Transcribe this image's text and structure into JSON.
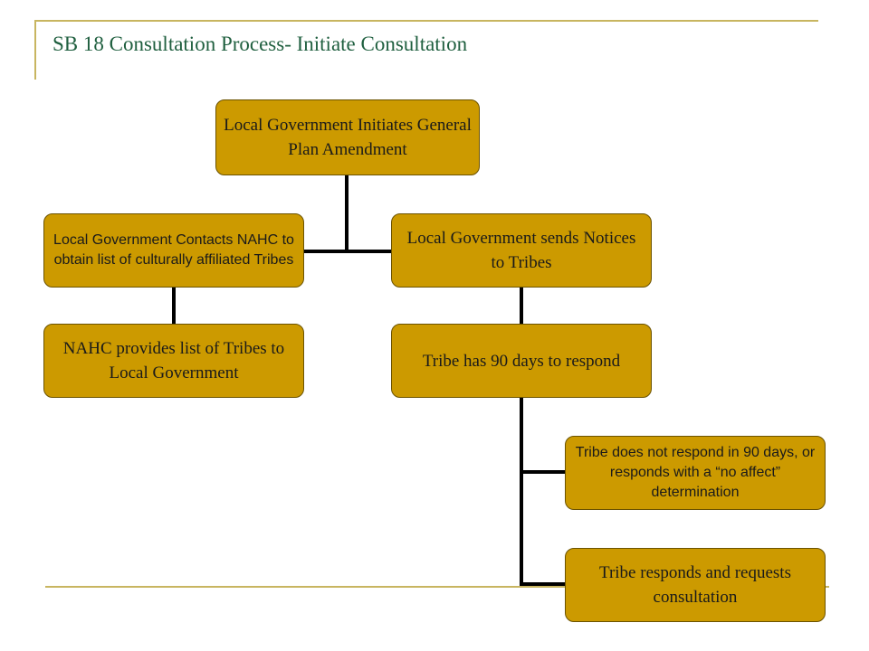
{
  "slide": {
    "title": "SB 18 Consultation Process- Initiate Consultation"
  },
  "diagram": {
    "nodes": [
      {
        "id": "root",
        "text": "Local Government Initiates General Plan Amendment"
      },
      {
        "id": "contacts-nahc",
        "text": "Local Government Contacts NAHC to obtain list of culturally affiliated Tribes"
      },
      {
        "id": "nahc-provides",
        "text": "NAHC provides list of Tribes to Local Government"
      },
      {
        "id": "sends-notices",
        "text": "Local Government sends Notices to Tribes"
      },
      {
        "id": "tribe-90-days",
        "text": "Tribe has 90 days to respond"
      },
      {
        "id": "no-response",
        "text": "Tribe does not respond in 90 days, or responds with a “no affect” determination"
      },
      {
        "id": "requests-consultation",
        "text": "Tribe responds and requests consultation"
      }
    ],
    "edges": [
      {
        "from": "root",
        "to": "contacts-nahc"
      },
      {
        "from": "root",
        "to": "sends-notices"
      },
      {
        "from": "contacts-nahc",
        "to": "nahc-provides"
      },
      {
        "from": "sends-notices",
        "to": "tribe-90-days"
      },
      {
        "from": "tribe-90-days",
        "to": "no-response"
      },
      {
        "from": "tribe-90-days",
        "to": "requests-consultation"
      }
    ]
  }
}
